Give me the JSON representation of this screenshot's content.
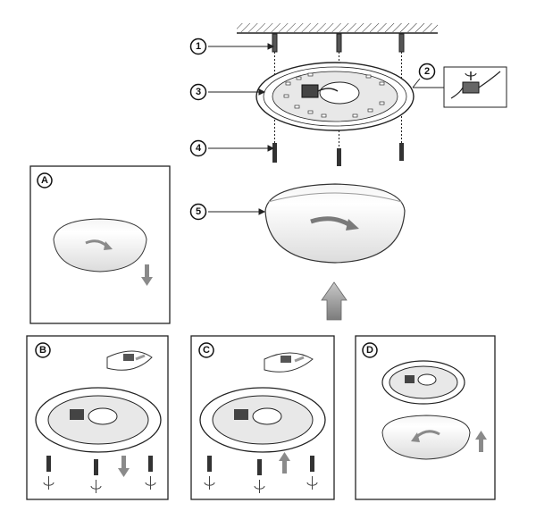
{
  "main_callouts": [
    {
      "id": "c1",
      "label": "1"
    },
    {
      "id": "c2",
      "label": "2"
    },
    {
      "id": "c3",
      "label": "3"
    },
    {
      "id": "c4",
      "label": "4"
    },
    {
      "id": "c5",
      "label": "5"
    }
  ],
  "panels": [
    {
      "id": "A",
      "label": "A"
    },
    {
      "id": "B",
      "label": "B"
    },
    {
      "id": "C",
      "label": "C"
    },
    {
      "id": "D",
      "label": "D"
    }
  ],
  "colors": {
    "line": "#222222",
    "arrow_gray": "#8a8a8a",
    "shade": "#d9d9d9",
    "ceiling": "#444444"
  },
  "icons": [
    "ceiling-hatch-icon",
    "screw-icon",
    "wall-plug-icon",
    "terminal-block-icon",
    "rotate-arrow-icon",
    "down-arrow-icon",
    "up-arrow-icon",
    "screwdriver-icon"
  ]
}
